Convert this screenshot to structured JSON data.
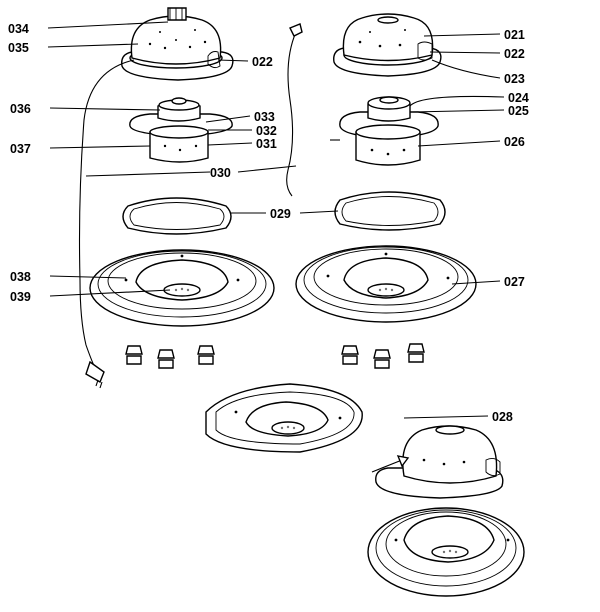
{
  "labels": {
    "l034": "034",
    "l035": "035",
    "l022a": "022",
    "l021": "021",
    "l022b": "022",
    "l023": "023",
    "l024": "024",
    "l025": "025",
    "l036": "036",
    "l033": "033",
    "l032": "032",
    "l031": "031",
    "l037": "037",
    "l026": "026",
    "l030": "030",
    "l029": "029",
    "l038": "038",
    "l039": "039",
    "l027": "027",
    "l028": "028"
  }
}
